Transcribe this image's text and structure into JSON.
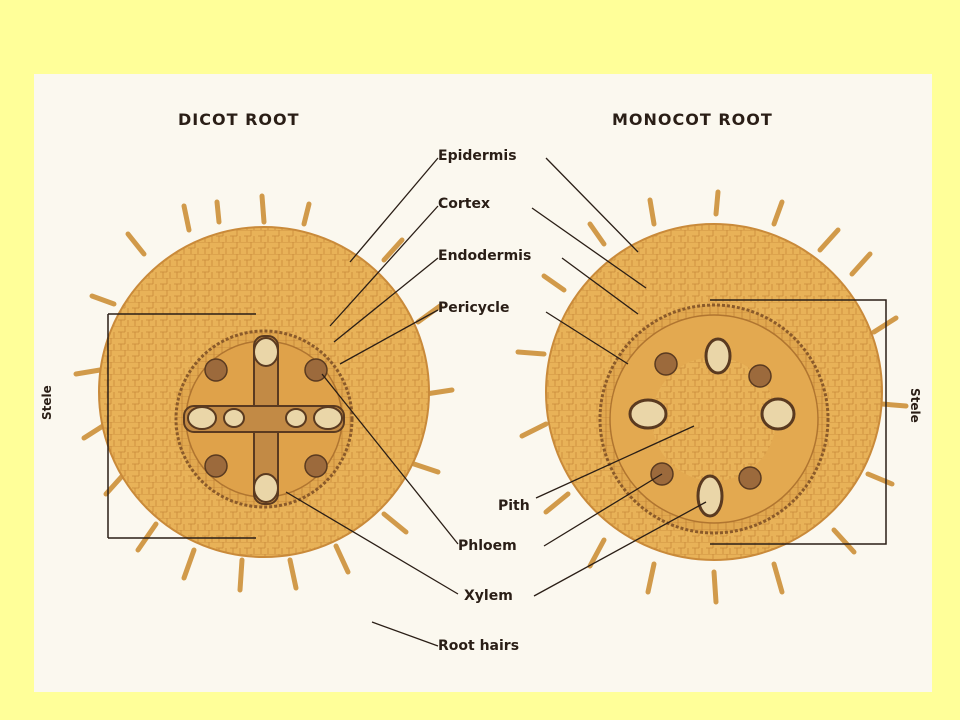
{
  "diagram": {
    "headings": {
      "left": "DICOT ROOT",
      "right": "MONOCOT ROOT"
    },
    "labels": {
      "epidermis": "Epidermis",
      "cortex": "Cortex",
      "endodermis": "Endodermis",
      "pericycle": "Pericycle",
      "pith": "Pith",
      "phloem": "Phloem",
      "xylem": "Xylem",
      "root_hairs": "Root hairs"
    },
    "stele_label": "Stele",
    "colors": {
      "background": "#ffff99",
      "panel": "#fbf8ef",
      "root_tissue": "#e8b258",
      "cell_lines": "#c98a3a",
      "line_ink": "#2a1e16"
    }
  }
}
